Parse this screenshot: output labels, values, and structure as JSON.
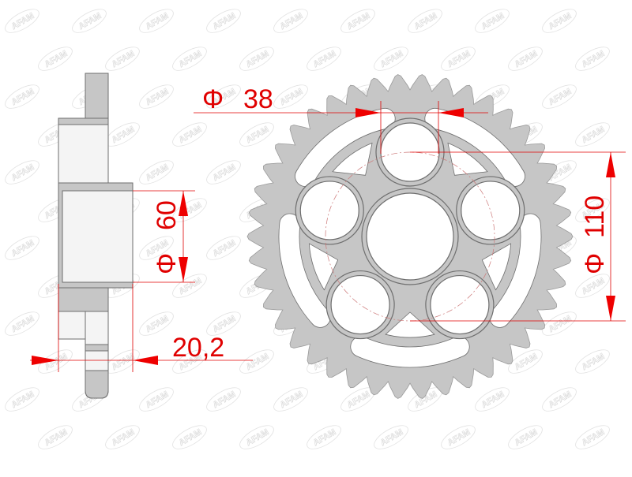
{
  "watermark": {
    "text": "AFAM"
  },
  "dimensions": {
    "bolt_hole_diameter": {
      "symbol": "Φ",
      "value": "38"
    },
    "center_bore": {
      "symbol": "Φ",
      "value": "60"
    },
    "bolt_circle": {
      "symbol": "Φ",
      "value": "110"
    },
    "hub_width": {
      "value": "20,2"
    }
  },
  "sprocket": {
    "bolt_holes": 5,
    "lightening_slots": 5
  },
  "colors": {
    "metal": "#c6c6c6",
    "outline": "#6e6e6e",
    "dimension": "#e00000"
  }
}
